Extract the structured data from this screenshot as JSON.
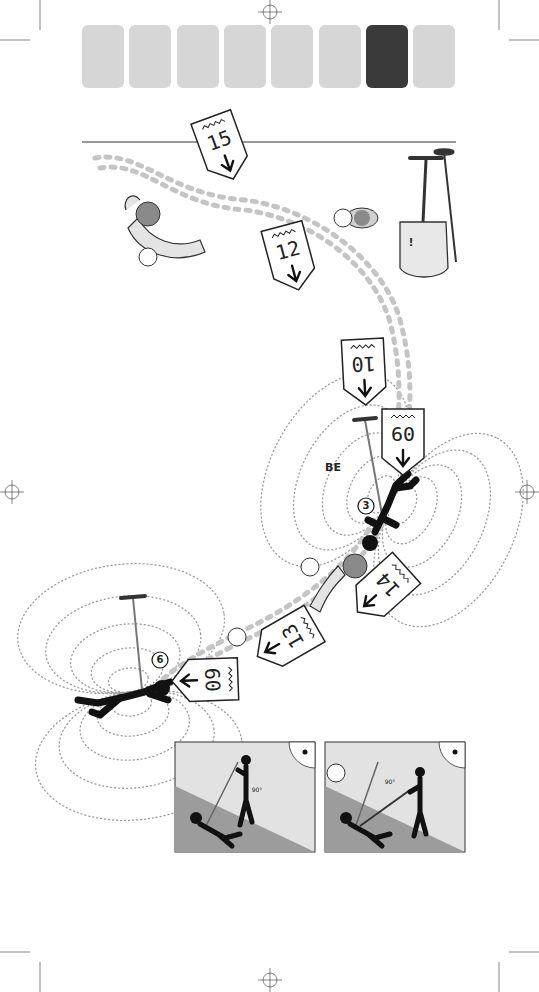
{
  "diagram": {
    "nodes": [
      {
        "text": [
          "15"
        ]
      },
      {
        "text": [
          "12"
        ]
      },
      {
        "text": [
          "10"
        ]
      },
      {
        "text": [
          "09"
        ]
      },
      {
        "text": [
          "14"
        ]
      },
      {
        "text": [
          "13"
        ]
      },
      {
        "text": [
          "09"
        ]
      }
    ],
    "labels": [
      "BE",
      "3",
      "6",
      "90°",
      "90°",
      "!"
    ]
  }
}
